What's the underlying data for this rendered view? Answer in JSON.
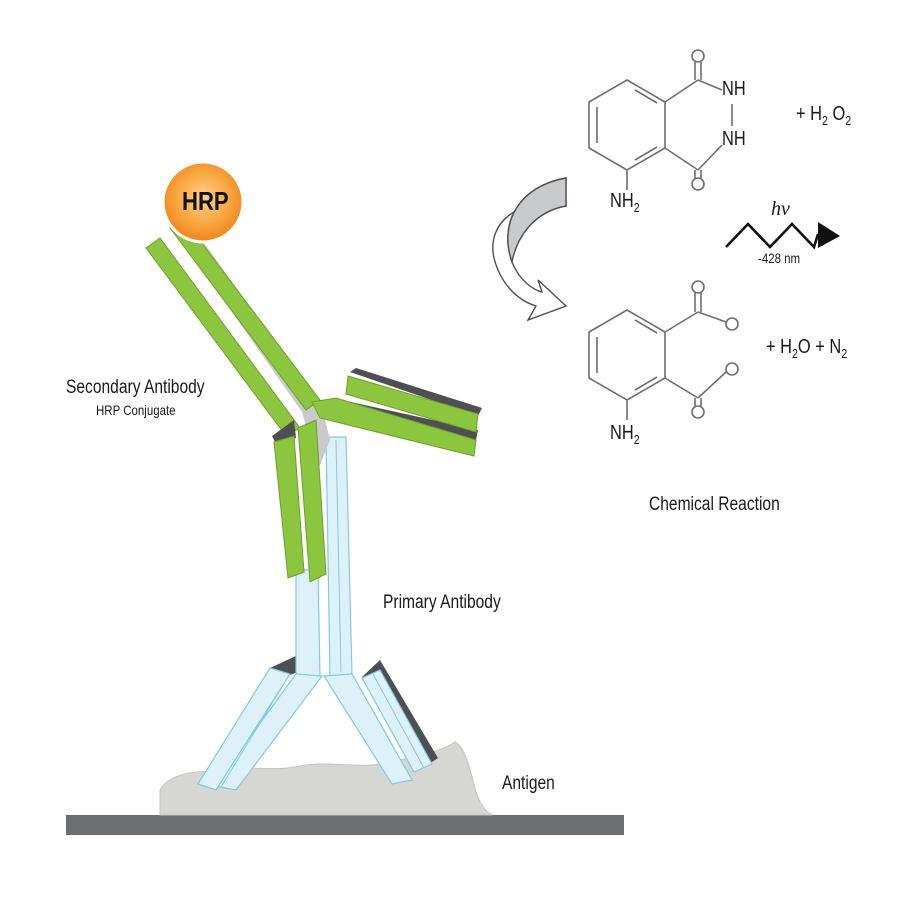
{
  "labels": {
    "hrp": "HRP",
    "secondary_title": "Secondary Antibody",
    "secondary_sub": "HRP Conjugate",
    "primary": "Primary Antibody",
    "antigen": "Antigen",
    "reaction": "Chemical Reaction"
  },
  "chemistry": {
    "nh_top": "NH",
    "nh_bottom": "NH",
    "nh2_top": "NH",
    "nh2_top_sub": "2",
    "plus_h2o2": {
      "a": "+ H",
      "a_sub": "2",
      "b": "O",
      "b_sub": "2"
    },
    "nh2_bottom": "NH",
    "nh2_bottom_sub": "2",
    "plus_h2o_n2": {
      "a": "+ H",
      "a_sub": "2",
      "b": "O + N",
      "b_sub": "2"
    },
    "photon_symbol": "hv",
    "wavelength": "-428 nm"
  },
  "colors": {
    "secondary_green": "#8cc63f",
    "primary_blue": "#dff1f8",
    "primary_outline": "#7fcbe3",
    "shadow_gray": "#c9cacc",
    "dark_edge": "#4d4f53",
    "hrp_orange": "#f7941d",
    "antigen_gray": "#d6d6d3",
    "surface_gray": "#6d6e71"
  }
}
